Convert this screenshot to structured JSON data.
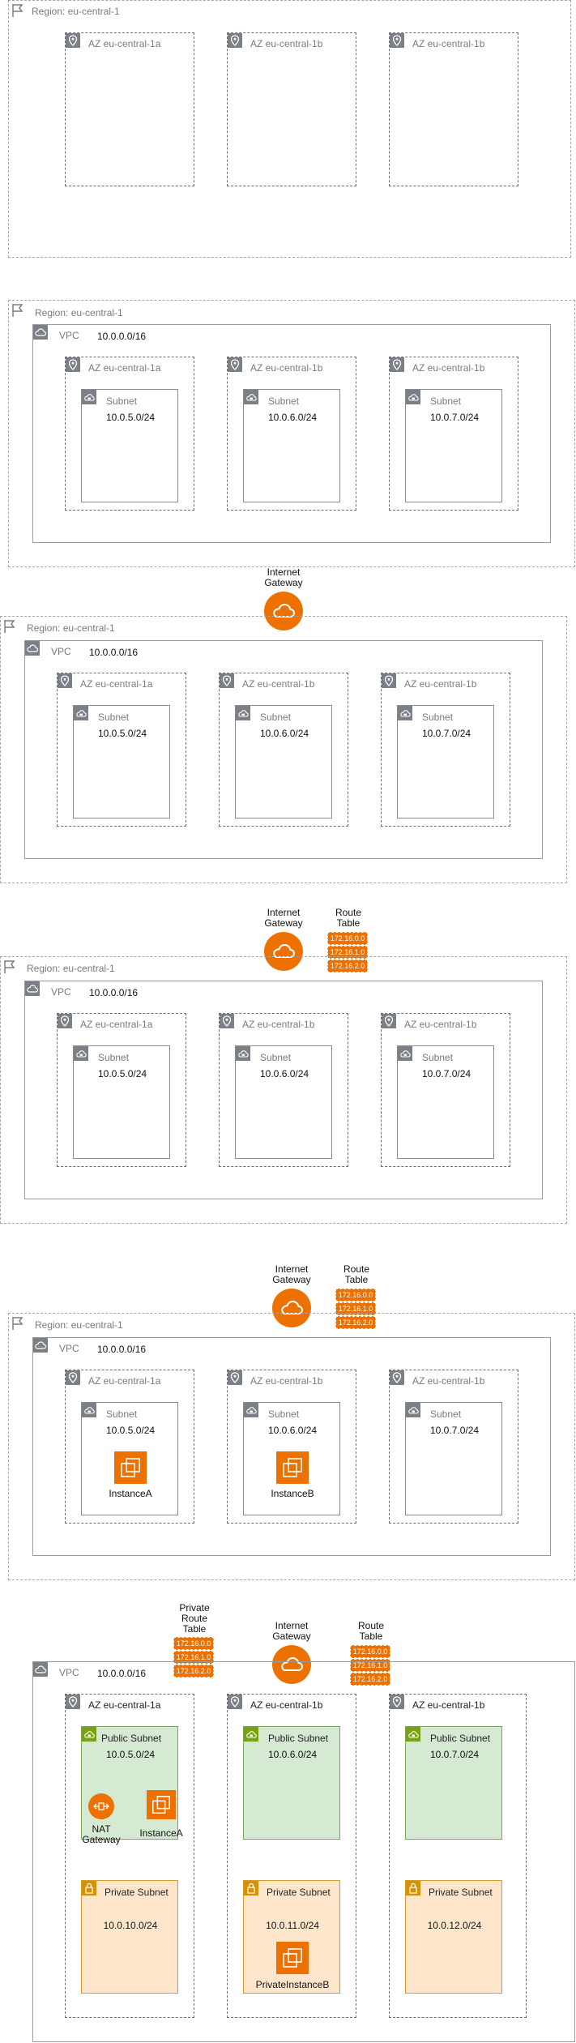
{
  "labels": {
    "region": "Region: eu-central-1",
    "vpc": "VPC",
    "vpc_cidr": "10.0.0.0/16",
    "az_a": "AZ eu-central-1a",
    "az_b": "AZ eu-central-1b",
    "subnet": "Subnet",
    "public_subnet": "Public Subnet",
    "private_subnet": "Private Subnet",
    "igw": "Internet Gateway",
    "route_table": "Route Table",
    "private_route_table": "Private Route Table",
    "nat_gateway": "NAT Gateway"
  },
  "subnet_cidrs": [
    "10.0.5.0/24",
    "10.0.6.0/24",
    "10.0.7.0/24"
  ],
  "private_subnet_cidrs": [
    "10.0.10.0/24",
    "10.0.11.0/24",
    "10.0.12.0/24"
  ],
  "route_table_entries": [
    "172.16.0.0",
    "172.16.1.0",
    "172.16.2.0"
  ],
  "instances": {
    "a": "InstanceA",
    "b": "InstanceB",
    "private_b": "PrivateInstanceB"
  },
  "colors": {
    "aws_orange": "#ed7100",
    "public_subnet_fill": "#d6e9d2",
    "private_subnet_fill": "#fde6cc",
    "group_icon_gray": "#7b7f86"
  },
  "icons": [
    "region-flag-icon",
    "vpc-cloud-icon",
    "az-location-icon",
    "subnet-icon",
    "internet-gateway-icon",
    "ec2-instance-icon",
    "nat-gateway-icon"
  ]
}
